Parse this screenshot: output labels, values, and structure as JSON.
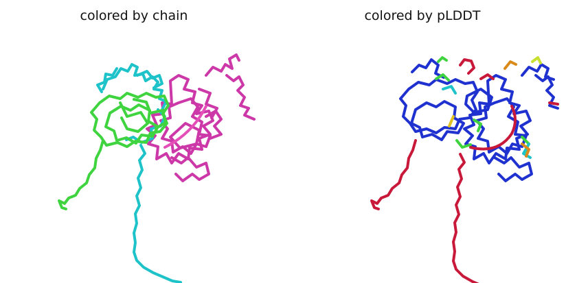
{
  "panels": [
    {
      "title": "colored by chain",
      "chains": [
        {
          "id": "A",
          "color": "#1ec3c9"
        },
        {
          "id": "B",
          "color": "#3fd43f"
        },
        {
          "id": "C",
          "color": "#d13aa5"
        }
      ]
    },
    {
      "title": "colored by pLDDT",
      "colors": {
        "very_high": "#1a2fcf",
        "confident": "#1ec3c9",
        "low": "#e0c020",
        "very_low": "#c8193a"
      }
    }
  ]
}
